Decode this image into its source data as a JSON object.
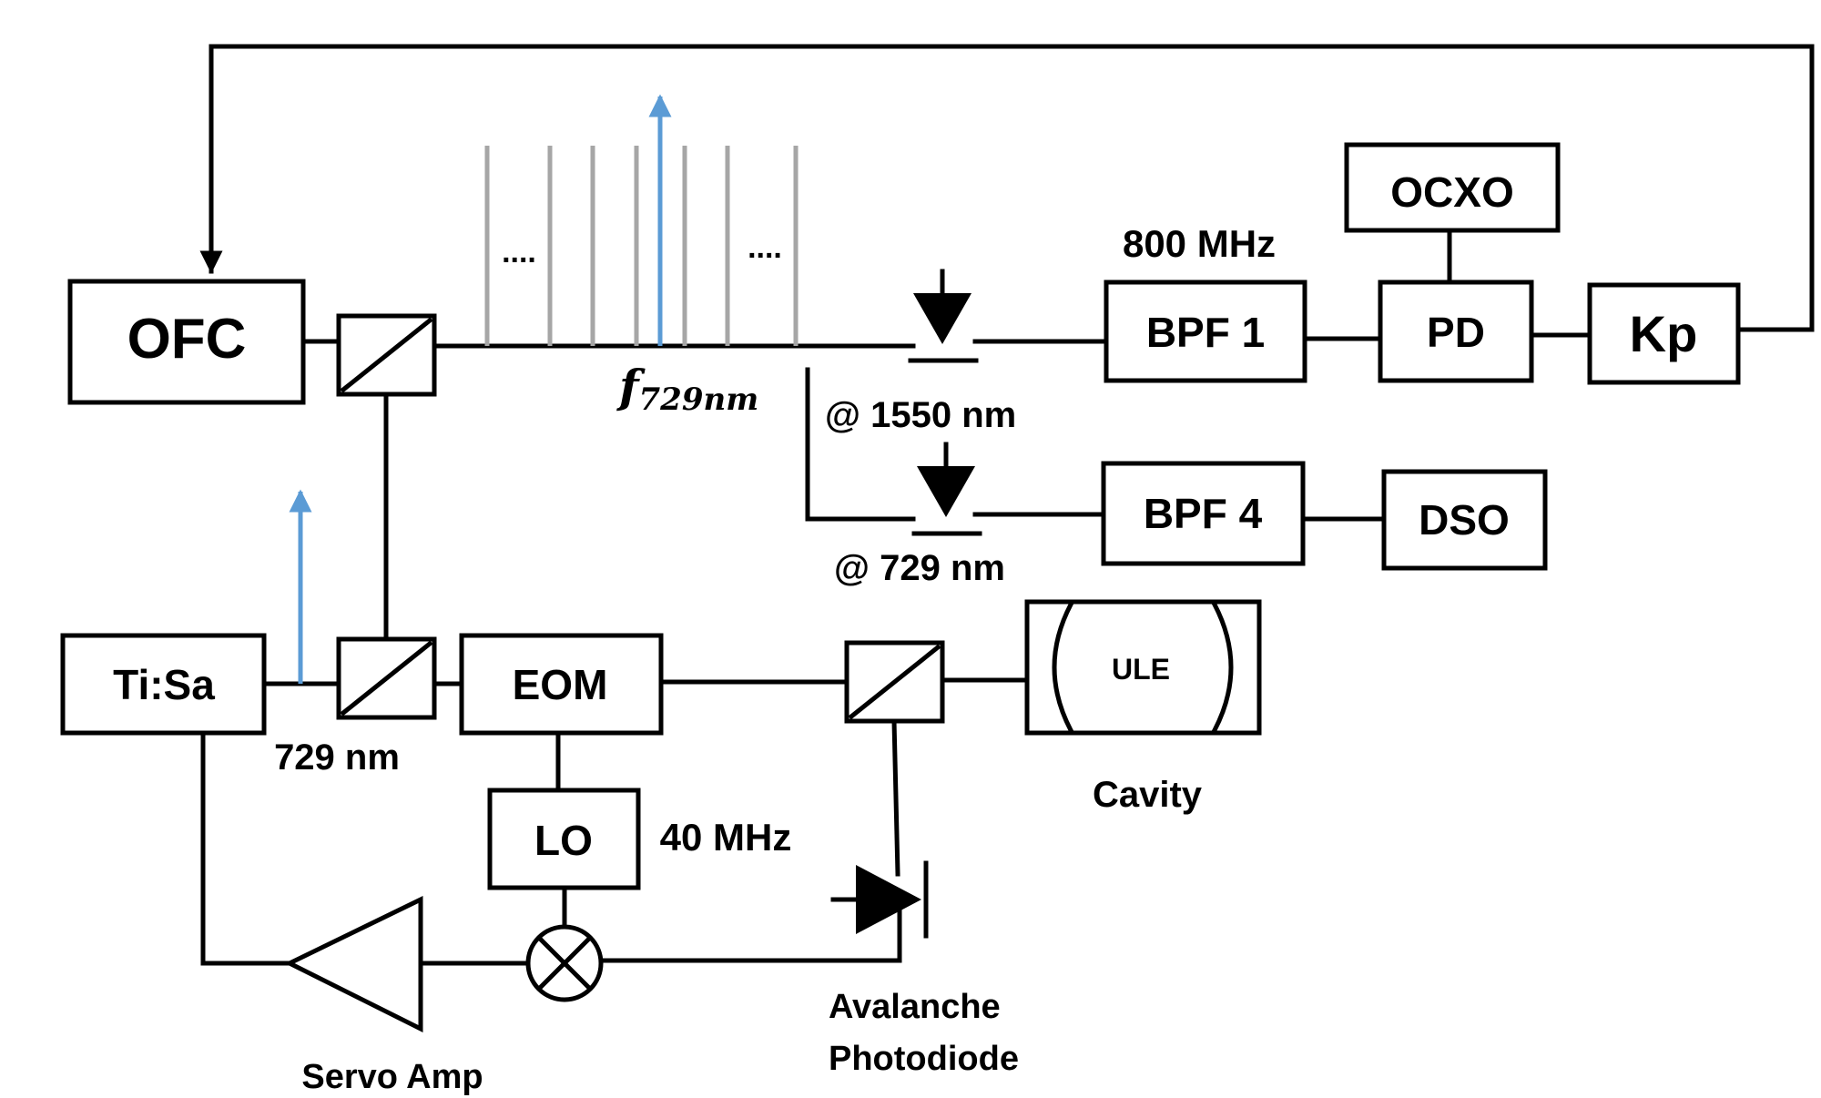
{
  "colors": {
    "line": "#000000",
    "comb_teeth": "#a6a6a6",
    "laser_line": "#5b9bd5",
    "background": "#ffffff"
  },
  "blocks": {
    "ofc": "OFC",
    "ocxo": "OCXO",
    "bpf1": "BPF 1",
    "pd": "PD",
    "kp": "Kp",
    "bpf4": "BPF 4",
    "dso": "DSO",
    "tisa": "Ti:Sa",
    "eom": "EOM",
    "lo": "LO",
    "ule": "ULE"
  },
  "labels": {
    "freq_800": "800 MHz",
    "comb_dots_left": "....",
    "comb_dots_right": "....",
    "f_symbol": "f",
    "f_subscript": "729nm",
    "at_1550": "@  1550 nm",
    "at_729": "@  729 nm",
    "wl_729": "729 nm",
    "freq_40": "40 MHz",
    "cavity": "Cavity",
    "apd_line1": "Avalanche",
    "apd_line2": "Photodiode",
    "servo_amp": "Servo Amp"
  },
  "icons": [
    "beam-splitter-icon",
    "photodiode-icon",
    "mixer-icon",
    "amplifier-icon",
    "cavity-mirror-icon",
    "arrow-icon"
  ]
}
